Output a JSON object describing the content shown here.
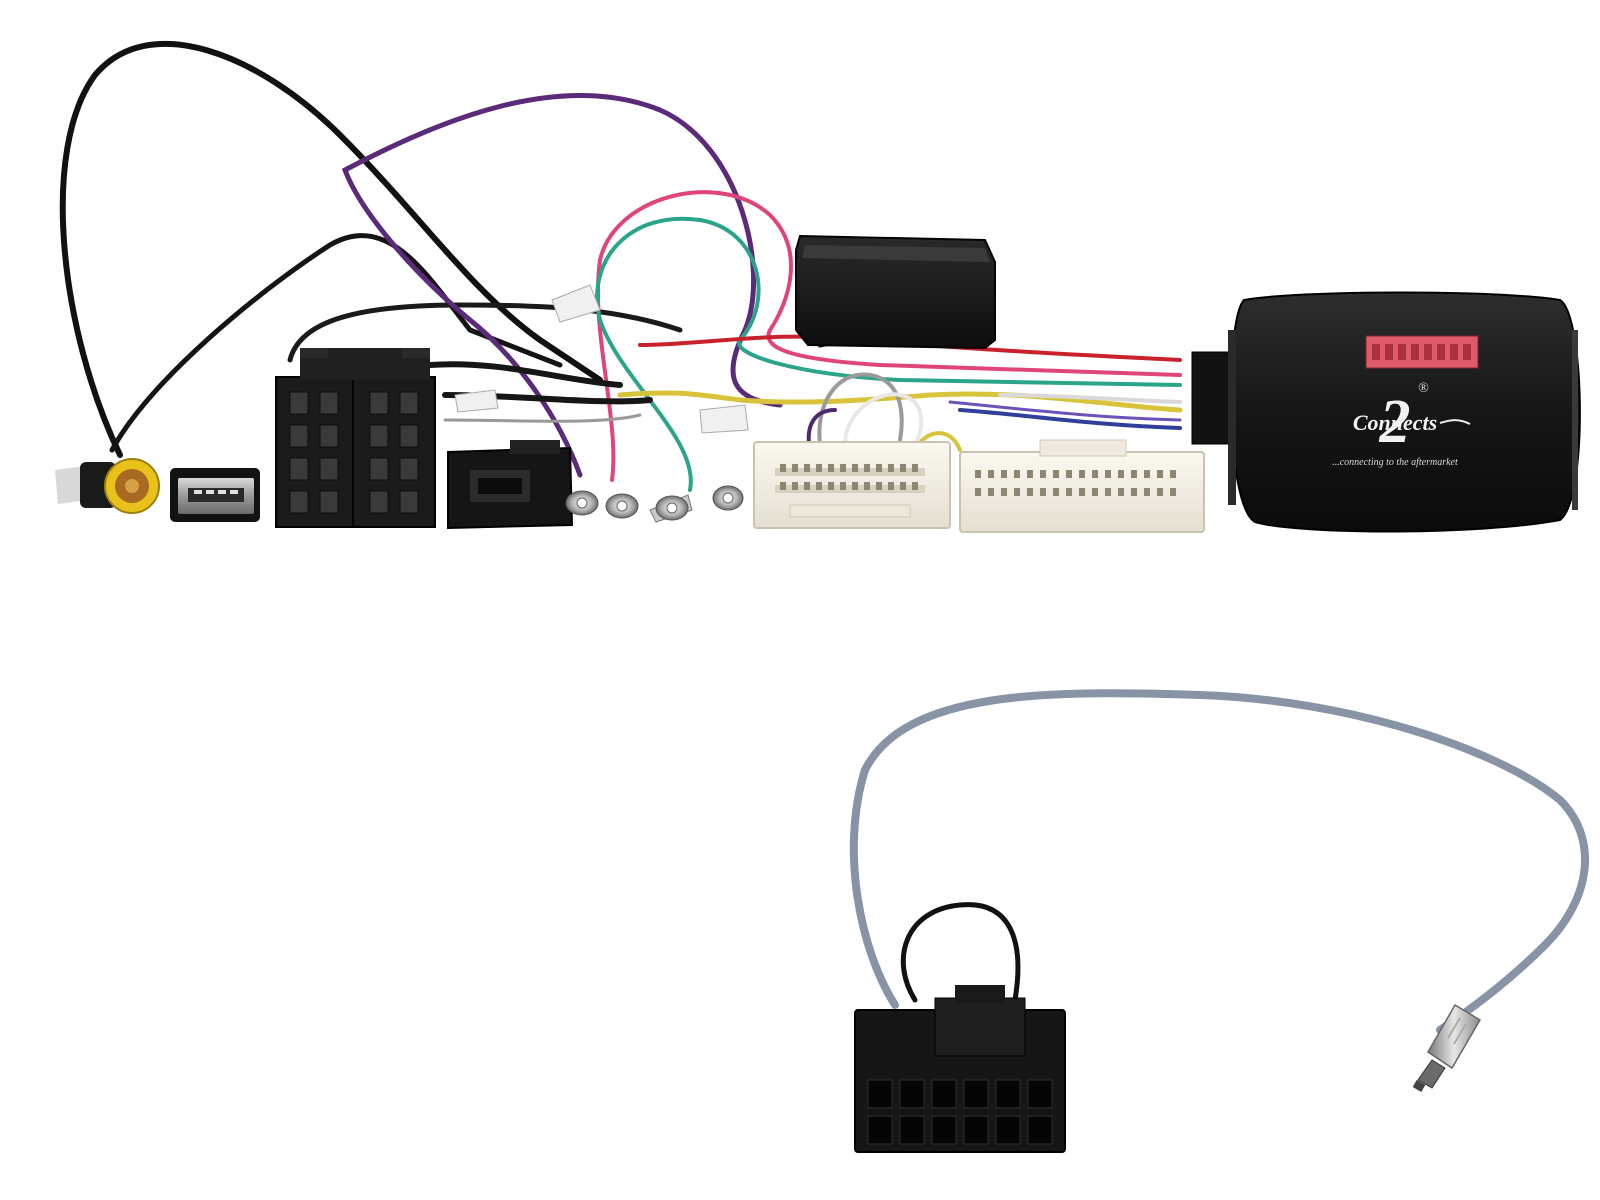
{
  "product_photo": {
    "interface_box": {
      "logo_numeral": "2",
      "logo_wordmark": "Connects",
      "logo_mark": "®",
      "tagline": "...connecting to the aftermarket"
    },
    "colors": {
      "background": "#ffffff",
      "housing": "#1c1c1c",
      "dip_switch": "#e05a6a",
      "connector_white": "#f3efe4",
      "wire_purple": "#5b2a78",
      "wire_pink": "#e0457a",
      "wire_green": "#2aa58a",
      "wire_yellow": "#d8c33a",
      "wire_red": "#c8232c",
      "wire_blue": "#2f3f9a",
      "wire_grey_blue": "#8894a6",
      "rca_yellow": "#e8c21a"
    }
  }
}
